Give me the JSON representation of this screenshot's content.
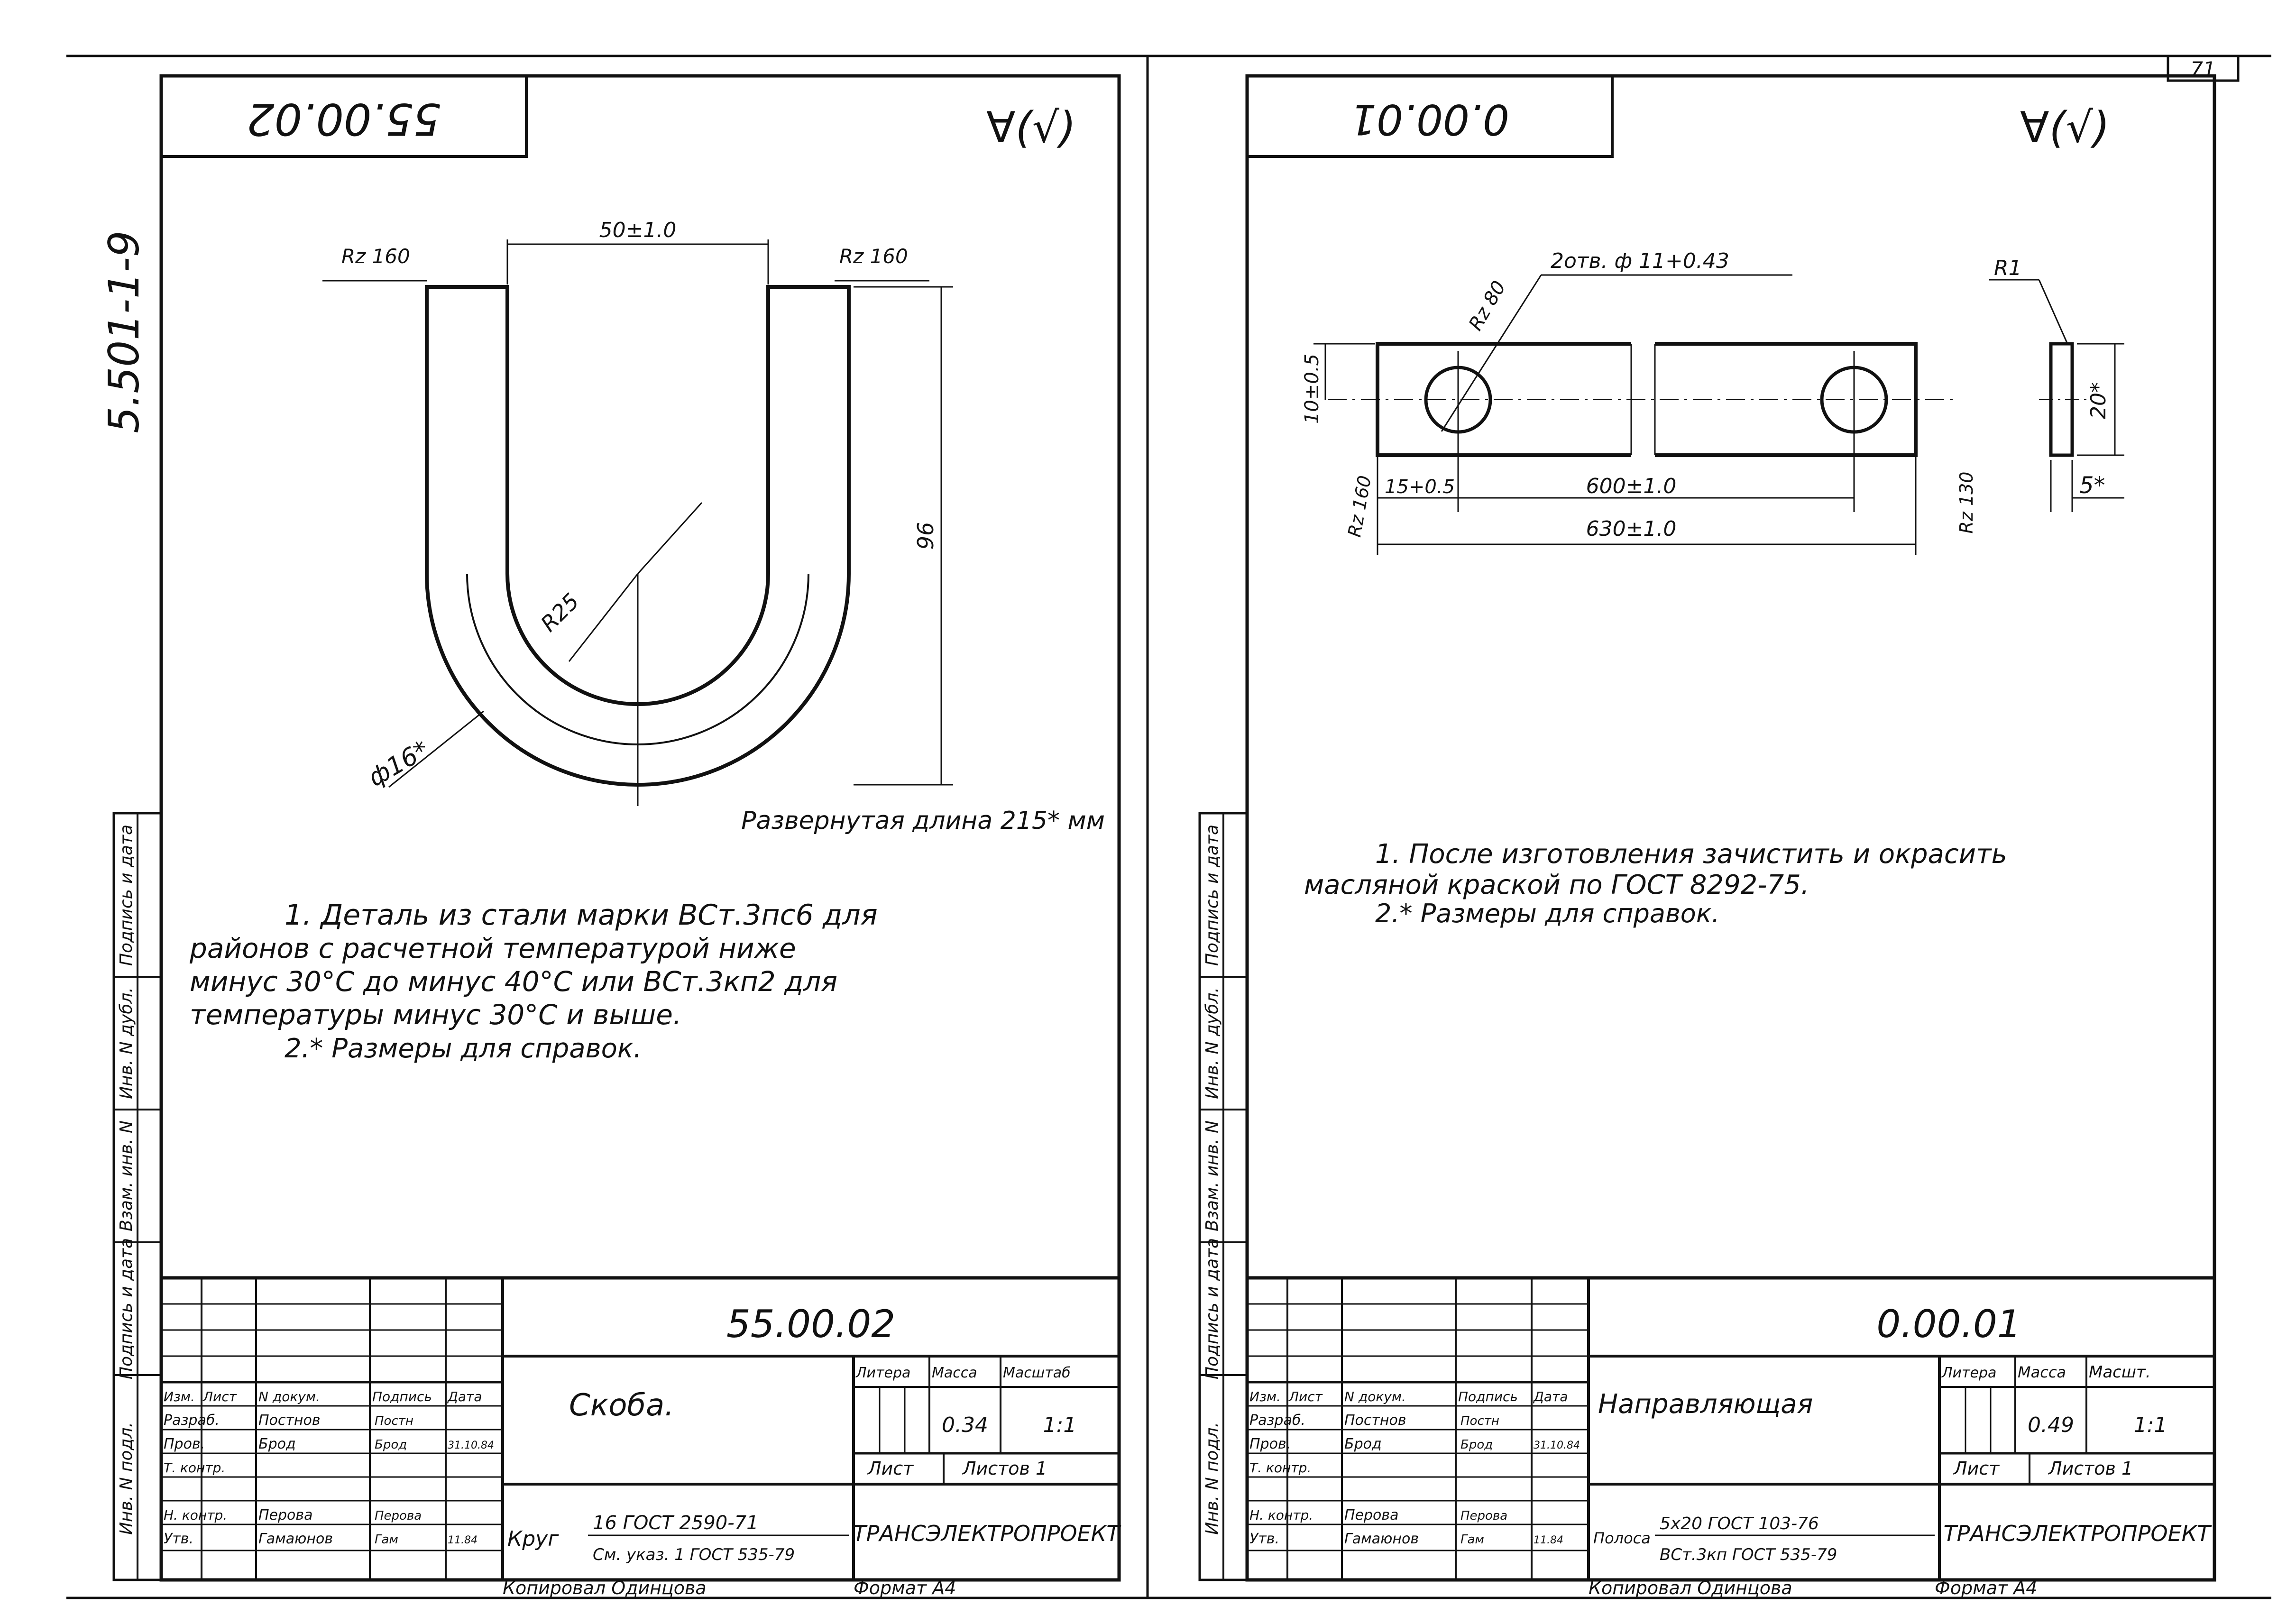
{
  "page_number": "71",
  "series_code": "5.501-1-9",
  "side_stamp": {
    "inv_podl": "Инв. N подл.",
    "podpis_data_1": "Подпись и дата",
    "vzam_inv": "Взам. инв. N",
    "inv_dubl": "Инв. N дубл.",
    "podpis_data_2": "Подпись и дата"
  },
  "left_sheet": {
    "code_top": "55.00.02",
    "roughness": "∀(√)",
    "dimensions": {
      "width": "50±1.0",
      "rz_left": "Rz 160",
      "rz_right": "Rz 160",
      "height": "96",
      "radius": "R25",
      "diameter": "ф16*"
    },
    "developed_length": "Развернутая длина 215* мм",
    "notes": [
      "1. Деталь из стали марки ВСт.3пс6 для",
      "районов с расчетной температурой ниже",
      "минус 30°С до минус 40°С или ВСт.3кп2 для",
      "температуры минус 30°С и выше.",
      "2.* Размеры для справок."
    ],
    "title_block": {
      "code": "55.00.02",
      "name": "Скоба.",
      "col_izm": "Изм.",
      "col_list": "Лист",
      "col_ndokum": "N докум.",
      "col_podpis": "Подпись",
      "col_data": "Дата",
      "r1_label": "Разраб.",
      "r1_name": "Постнов",
      "r1_sign": "Постн",
      "r2_label": "Пров.",
      "r2_name": "Брод",
      "r2_sign": "Брод",
      "r2_date": "31.10.84",
      "r3_label": "Т. контр.",
      "r4_label": "Н. контр.",
      "r4_name": "Перова",
      "r4_sign": "Перова",
      "r5_label": "Утв.",
      "r5_name": "Гамаюнов",
      "r5_sign": "Гам",
      "r5_date": "11.84",
      "litera_label": "Литера",
      "massa_label": "Масса",
      "masshtab_label": "Масштаб",
      "massa": "0.34",
      "masshtab": "1:1",
      "list_label": "Лист",
      "listov_label": "Листов 1",
      "material_word": "Круг",
      "material_line1": "16 ГОСТ 2590-71",
      "material_line2": "См. указ. 1 ГОСТ 535-79",
      "org": "ТРАНСЭЛЕКТРОПРОЕКТ"
    },
    "footer_copied": "Копировал Одинцова",
    "footer_format": "Формат А4"
  },
  "right_sheet": {
    "code_top": "0.00.01",
    "roughness": "∀(√)",
    "dimensions": {
      "holes": "2отв. ф 11+0.43",
      "rz80": "Rz 80",
      "r1": "R1",
      "h10": "10±0.5",
      "rz160": "Rz 160",
      "off15": "15+0.5",
      "d600": "600±1.0",
      "d630": "630±1.0",
      "rz130": "Rz 130",
      "w20": "20*",
      "t5": "5*"
    },
    "notes": [
      "1. После изготовления зачистить и окрасить",
      "масляной краской по ГОСТ 8292-75.",
      "2.* Размеры для справок."
    ],
    "title_block": {
      "code": "0.00.01",
      "name": "Направляющая",
      "col_izm": "Изм.",
      "col_list": "Лист",
      "col_ndokum": "N докум.",
      "col_podpis": "Подпись",
      "col_data": "Дата",
      "r1_label": "Разраб.",
      "r1_name": "Постнов",
      "r1_sign": "Постн",
      "r2_label": "Пров.",
      "r2_name": "Брод",
      "r2_sign": "Брод",
      "r2_date": "31.10.84",
      "r3_label": "Т. контр.",
      "r4_label": "Н. контр.",
      "r4_name": "Перова",
      "r4_sign": "Перова",
      "r5_label": "Утв.",
      "r5_name": "Гамаюнов",
      "r5_sign": "Гам",
      "r5_date": "11.84",
      "litera_label": "Литера",
      "massa_label": "Масса",
      "masshtab_label": "Масшт.",
      "massa": "0.49",
      "masshtab": "1:1",
      "list_label": "Лист",
      "listov_label": "Листов 1",
      "material_word": "Полоса",
      "material_line1": "5x20 ГОСТ 103-76",
      "material_line2": "ВСт.3кп ГОСТ 535-79",
      "org": "ТРАНСЭЛЕКТРОПРОЕКТ"
    },
    "footer_copied": "Копировал Одинцова",
    "footer_format": "Формат А4"
  }
}
